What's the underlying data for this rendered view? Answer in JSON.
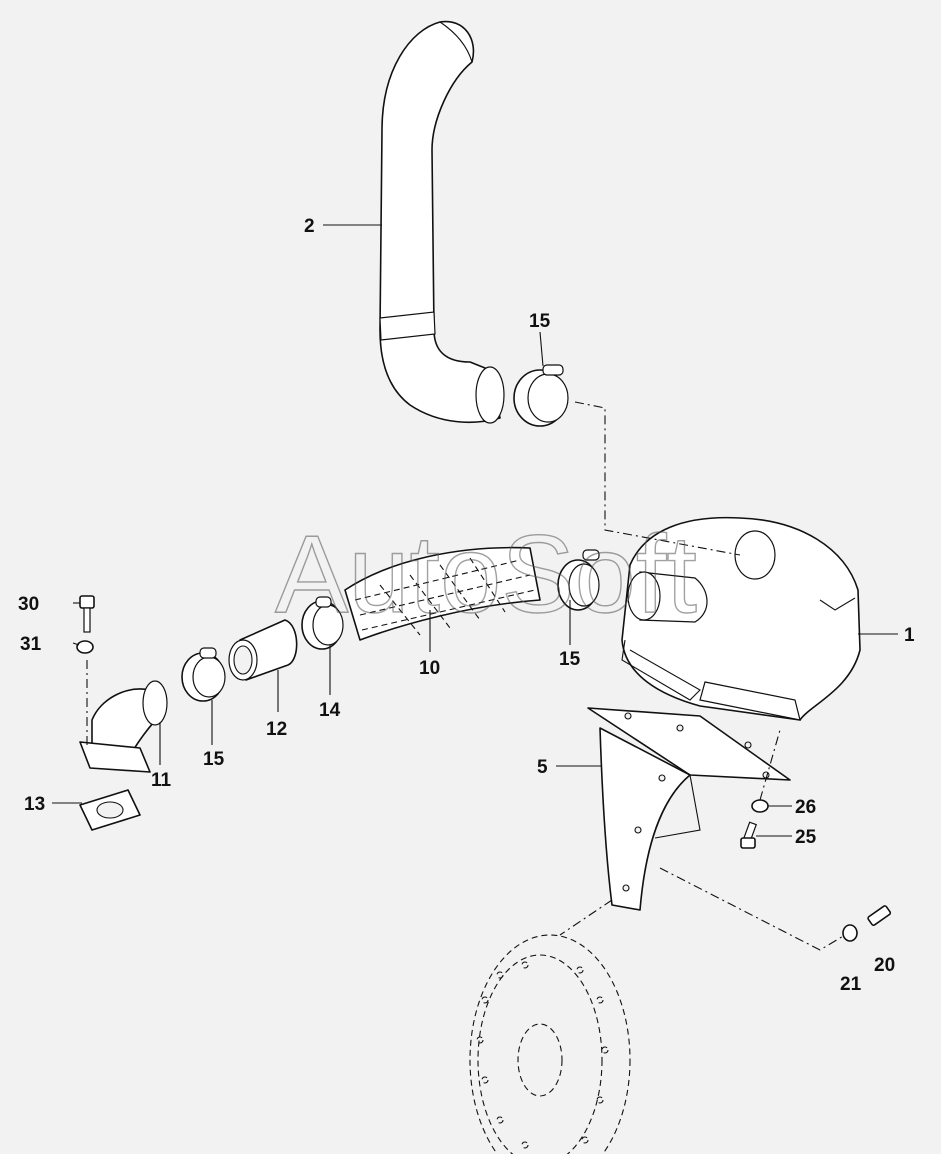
{
  "watermark": "AutoSoft",
  "callouts": {
    "c1": "1",
    "c2": "2",
    "c5": "5",
    "c10": "10",
    "c11": "11",
    "c12": "12",
    "c13": "13",
    "c14": "14",
    "c15a": "15",
    "c15b": "15",
    "c15c": "15",
    "c20": "20",
    "c21": "21",
    "c25": "25",
    "c26": "26",
    "c30": "30",
    "c31": "31"
  },
  "colors": {
    "background": "#f2f2f2",
    "line": "#111111",
    "part_fill": "#ffffff"
  }
}
